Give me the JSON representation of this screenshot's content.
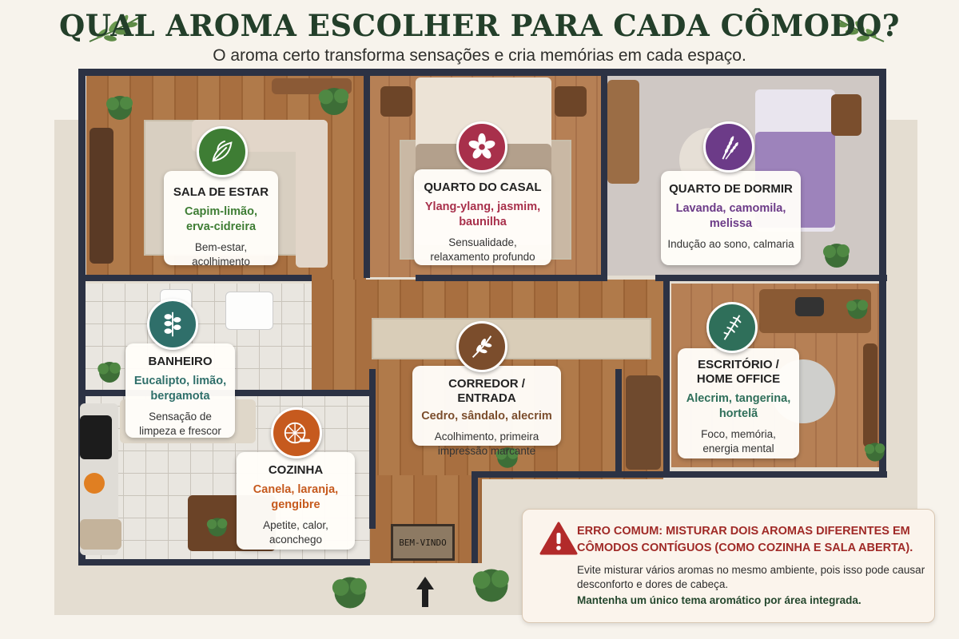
{
  "header": {
    "title": "QUAL AROMA ESCOLHER PARA CADA CÔMODO?",
    "subtitle": "O aroma certo transforma sensações e cria memórias em cada espaço."
  },
  "colors": {
    "title": "#233f2a",
    "sala": "#3e7d34",
    "quarto_casal": "#a8304b",
    "quarto_dormir": "#6c3b88",
    "banheiro": "#2f6f6a",
    "cozinha": "#c65a1e",
    "corredor": "#7b4d2c",
    "escritorio": "#2f6f5a",
    "warning": "#a02a27"
  },
  "rooms": [
    {
      "id": "sala",
      "name": "SALA DE ESTAR",
      "aromas": "Capim-limão, erva-cidreira",
      "benefit": "Bem-estar, acolhimento",
      "icon": "leaves-icon"
    },
    {
      "id": "quarto-casal",
      "name": "QUARTO DO CASAL",
      "aromas": "Ylang-ylang, jasmim, baunilha",
      "benefit": "Sensualidade, relaxamento profundo",
      "icon": "flower-icon"
    },
    {
      "id": "quarto-dormir",
      "name": "QUARTO DE DORMIR",
      "aromas": "Lavanda, camomila, melissa",
      "benefit": "Indução ao sono, calmaria",
      "icon": "lavender-icon"
    },
    {
      "id": "banheiro",
      "name": "BANHEIRO",
      "aromas": "Eucalipto, limão, bergamota",
      "benefit": "Sensação de limpeza e frescor",
      "icon": "eucalyptus-icon"
    },
    {
      "id": "corredor",
      "name": "CORREDOR / ENTRADA",
      "aromas": "Cedro, sândalo, alecrim",
      "benefit": "Acolhimento, primeira impressão marcante",
      "icon": "branch-icon"
    },
    {
      "id": "escritorio",
      "name": "ESCRITÓRIO / HOME OFFICE",
      "aromas": "Alecrim, tangerina, hortelã",
      "benefit": "Foco, memória, energia mental",
      "icon": "rosemary-icon"
    },
    {
      "id": "cozinha",
      "name": "COZINHA",
      "aromas": "Canela, laranja, gengibre",
      "benefit": "Apetite, calor, aconchego",
      "icon": "orange-cinnamon-icon"
    }
  ],
  "warning": {
    "title": "ERRO COMUM: MISTURAR DOIS AROMAS DIFERENTES EM CÔMODOS CONTÍGUOS (COMO COZINHA E SALA ABERTA).",
    "body": "Evite misturar vários aromas no mesmo ambiente, pois isso pode causar desconforto e dores de cabeça.",
    "tip": "Mantenha um único tema aromático por área integrada."
  },
  "entrance": {
    "mat_text": "BEM-VINDO"
  }
}
